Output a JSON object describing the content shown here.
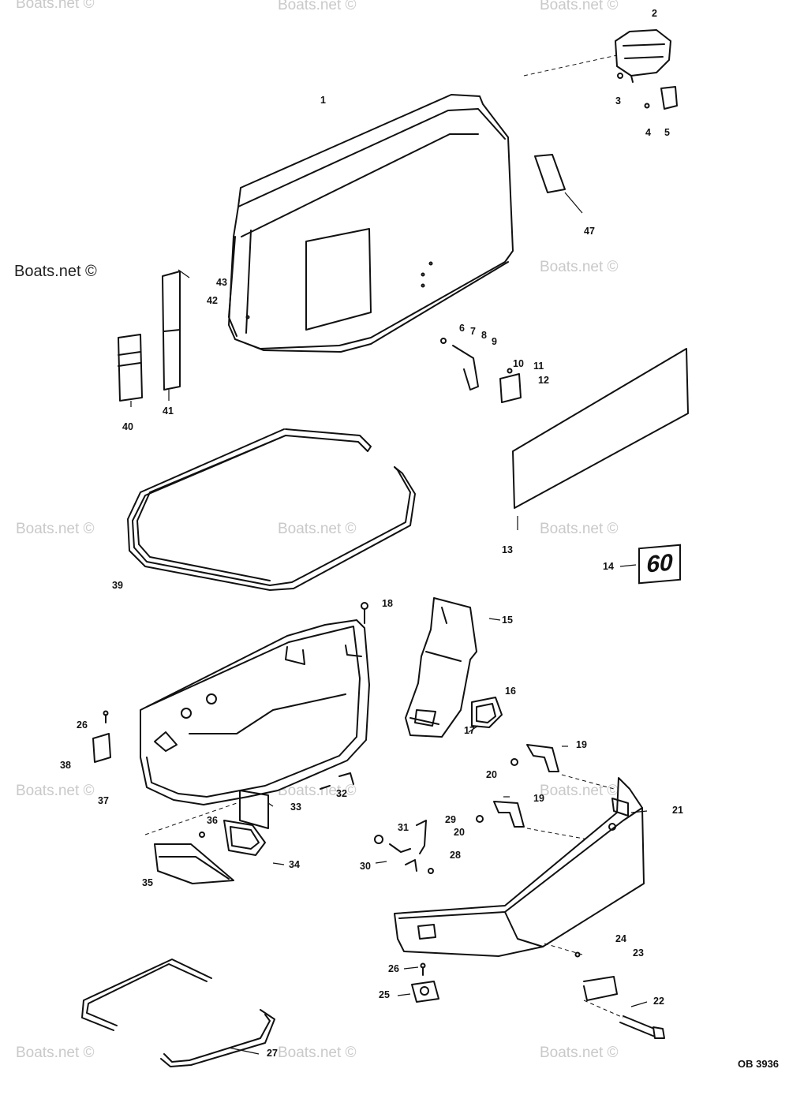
{
  "watermark": "Boats.net ©",
  "doc_code": "OB 3936",
  "decal_text": "60",
  "callouts": {
    "c1": "1",
    "c2": "2",
    "c3": "3",
    "c4": "4",
    "c5": "5",
    "c6": "6",
    "c7": "7",
    "c8": "8",
    "c9": "9",
    "c10": "10",
    "c11": "11",
    "c12": "12",
    "c13": "13",
    "c14": "14",
    "c15": "15",
    "c16": "16",
    "c17": "17",
    "c18": "18",
    "c19a": "19",
    "c19b": "19",
    "c20a": "20",
    "c20b": "20",
    "c21": "21",
    "c22": "22",
    "c23": "23",
    "c24": "24",
    "c25": "25",
    "c26a": "26",
    "c26b": "26",
    "c27": "27",
    "c28": "28",
    "c29": "29",
    "c30": "30",
    "c31": "31",
    "c32": "32",
    "c33": "33",
    "c34": "34",
    "c35": "35",
    "c36": "36",
    "c37": "37",
    "c38": "38",
    "c39": "39",
    "c40": "40",
    "c41": "41",
    "c42": "42",
    "c43": "43",
    "c47": "47"
  }
}
